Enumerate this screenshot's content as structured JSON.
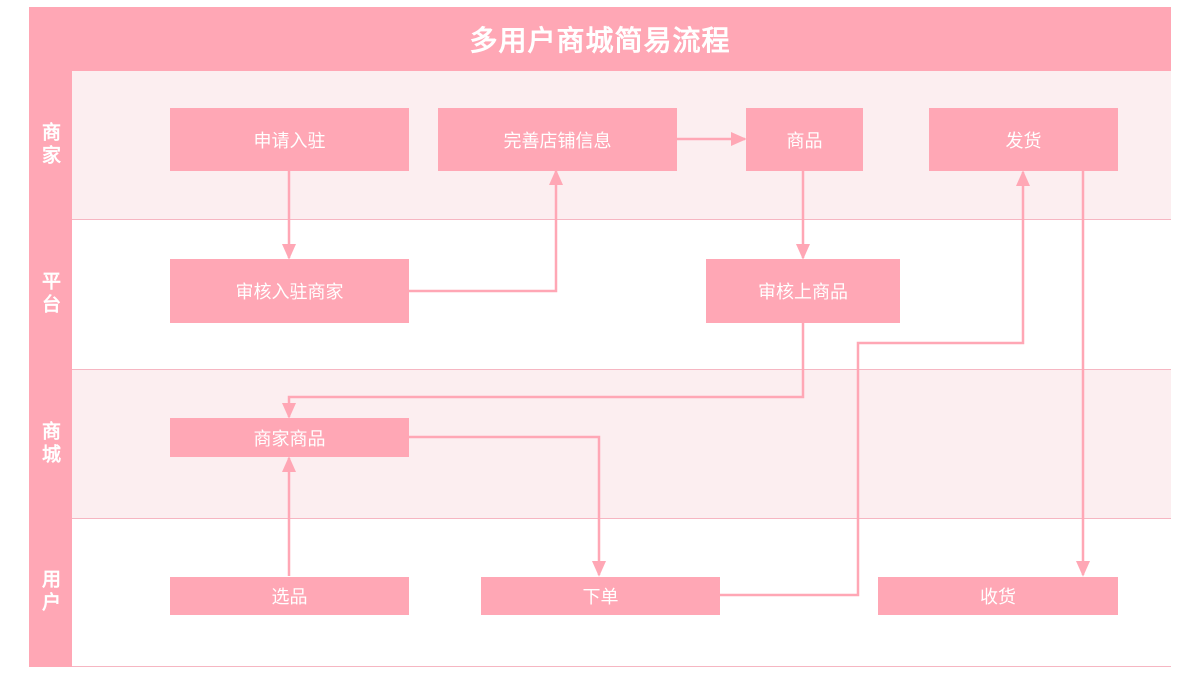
{
  "title": "多用户商城简易流程",
  "lanes": [
    {
      "label": "商家"
    },
    {
      "label": "平台"
    },
    {
      "label": "商城"
    },
    {
      "label": "用户"
    }
  ],
  "nodes": {
    "apply": "申请入驻",
    "complete_shop": "完善店铺信息",
    "goods": "商品",
    "ship": "发货",
    "review_merchant": "审核入驻商家",
    "review_goods": "审核上商品",
    "merchant_goods": "商家商品",
    "select": "选品",
    "order": "下单",
    "receive": "收货"
  },
  "colors": {
    "accent": "#ffa7b5",
    "lane_tint": "#fceef0",
    "border": "#f6b6c2"
  }
}
